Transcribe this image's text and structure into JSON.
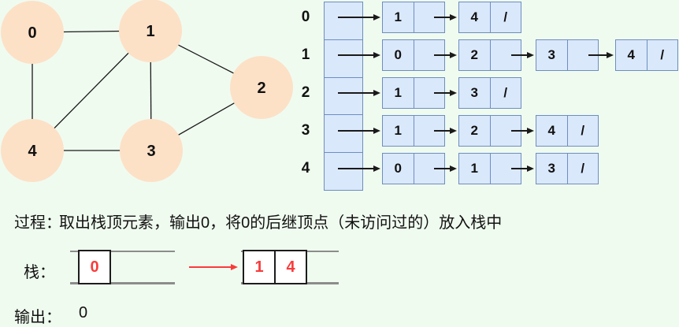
{
  "colors": {
    "background": "#f0fbf0",
    "graph_node_fill": "#fce1c7",
    "list_cell_fill": "#dae8fc",
    "list_cell_border": "#6c8ebf",
    "stack_value_red": "#f93b3b",
    "stack_rail_gray": "#8c8c8c",
    "line_black": "#1a1a1a"
  },
  "graph": {
    "nodes": [
      {
        "label": "0"
      },
      {
        "label": "1"
      },
      {
        "label": "2"
      },
      {
        "label": "3"
      },
      {
        "label": "4"
      }
    ],
    "edges": [
      [
        "0",
        "1"
      ],
      [
        "0",
        "4"
      ],
      [
        "1",
        "2"
      ],
      [
        "1",
        "3"
      ],
      [
        "1",
        "4"
      ],
      [
        "3",
        "4"
      ],
      [
        "2",
        "3"
      ]
    ]
  },
  "adjacency": {
    "rows": [
      {
        "label": "0",
        "nodes": [
          {
            "value": "1",
            "pointer": ""
          },
          {
            "value": "4",
            "pointer": "/"
          }
        ]
      },
      {
        "label": "1",
        "nodes": [
          {
            "value": "0",
            "pointer": ""
          },
          {
            "value": "2",
            "pointer": ""
          },
          {
            "value": "3",
            "pointer": ""
          },
          {
            "value": "4",
            "pointer": "/"
          }
        ]
      },
      {
        "label": "2",
        "nodes": [
          {
            "value": "1",
            "pointer": ""
          },
          {
            "value": "3",
            "pointer": "/"
          }
        ]
      },
      {
        "label": "3",
        "nodes": [
          {
            "value": "1",
            "pointer": ""
          },
          {
            "value": "2",
            "pointer": ""
          },
          {
            "value": "4",
            "pointer": "/"
          }
        ]
      },
      {
        "label": "4",
        "nodes": [
          {
            "value": "0",
            "pointer": ""
          },
          {
            "value": "1",
            "pointer": ""
          },
          {
            "value": "3",
            "pointer": "/"
          }
        ]
      }
    ]
  },
  "process": {
    "label": "过程：",
    "text": "取出栈顶元素，输出0，将0的后继顶点（未访问过的）放入栈中"
  },
  "stack": {
    "label": "栈：",
    "before": [
      "0"
    ],
    "after": [
      "1",
      "4"
    ]
  },
  "output": {
    "label": "输出：",
    "value": "0"
  }
}
